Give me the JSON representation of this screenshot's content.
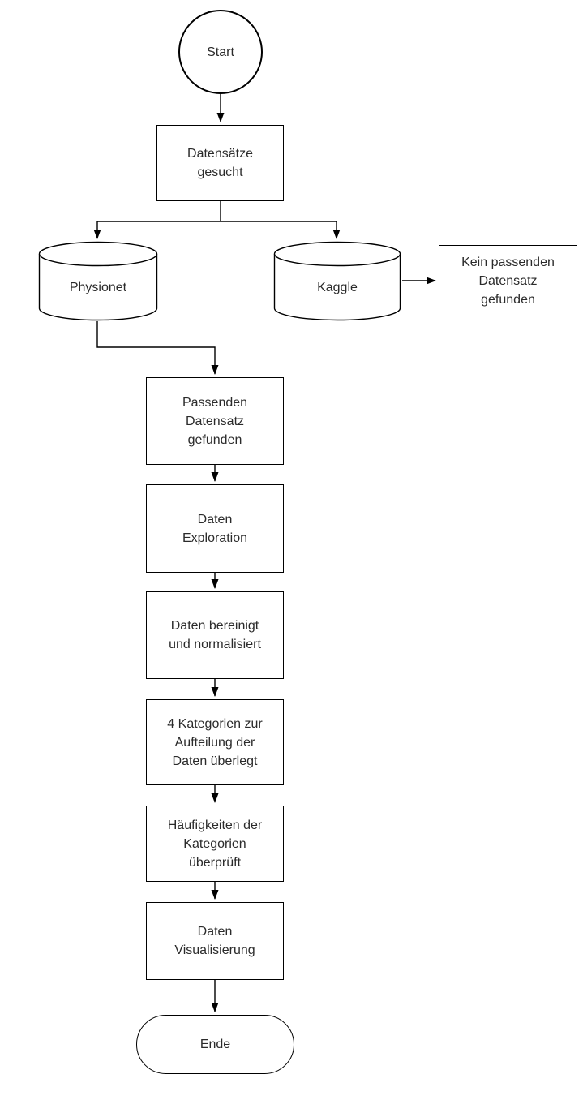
{
  "diagram": {
    "background": "#ffffff",
    "colors": {
      "node_stroke": "#000000",
      "node_fill": "#ffffff",
      "text": "#2b2b2b",
      "connector": "#000000"
    },
    "nodes": {
      "start": {
        "shape": "circle",
        "label": "Start"
      },
      "datensaetze_gesucht": {
        "shape": "process-rect",
        "label": "Datensätze\ngesucht"
      },
      "physionet": {
        "shape": "database-cylinder",
        "label": "Physionet"
      },
      "kaggle": {
        "shape": "database-cylinder",
        "label": "Kaggle"
      },
      "kein_datensatz": {
        "shape": "process-rect",
        "label": "Kein passenden\nDatensatz\ngefunden"
      },
      "passenden_datensatz": {
        "shape": "process-rect",
        "label": "Passenden\nDatensatz\ngefunden"
      },
      "daten_exploration": {
        "shape": "process-rect",
        "label": "Daten\nExploration"
      },
      "daten_bereinigt": {
        "shape": "process-rect",
        "label": "Daten bereinigt\nund normalisiert"
      },
      "kategorien_ueberlegt": {
        "shape": "process-rect",
        "label": "4 Kategorien zur\nAufteilung der\nDaten überlegt"
      },
      "haeufigkeiten_ueberprueft": {
        "shape": "process-rect",
        "label": "Häufigkeiten der\nKategorien\nüberprüft"
      },
      "daten_visualisierung": {
        "shape": "process-rect",
        "label": "Daten\nVisualisierung"
      },
      "ende": {
        "shape": "stadium",
        "label": "Ende"
      }
    },
    "edges": [
      {
        "from": "start",
        "to": "datensaetze_gesucht"
      },
      {
        "from": "datensaetze_gesucht",
        "to": "physionet"
      },
      {
        "from": "datensaetze_gesucht",
        "to": "kaggle"
      },
      {
        "from": "kaggle",
        "to": "kein_datensatz"
      },
      {
        "from": "physionet",
        "to": "passenden_datensatz"
      },
      {
        "from": "passenden_datensatz",
        "to": "daten_exploration"
      },
      {
        "from": "daten_exploration",
        "to": "daten_bereinigt"
      },
      {
        "from": "daten_bereinigt",
        "to": "kategorien_ueberlegt"
      },
      {
        "from": "kategorien_ueberlegt",
        "to": "haeufigkeiten_ueberprueft"
      },
      {
        "from": "haeufigkeiten_ueberprueft",
        "to": "daten_visualisierung"
      },
      {
        "from": "daten_visualisierung",
        "to": "ende"
      }
    ]
  }
}
